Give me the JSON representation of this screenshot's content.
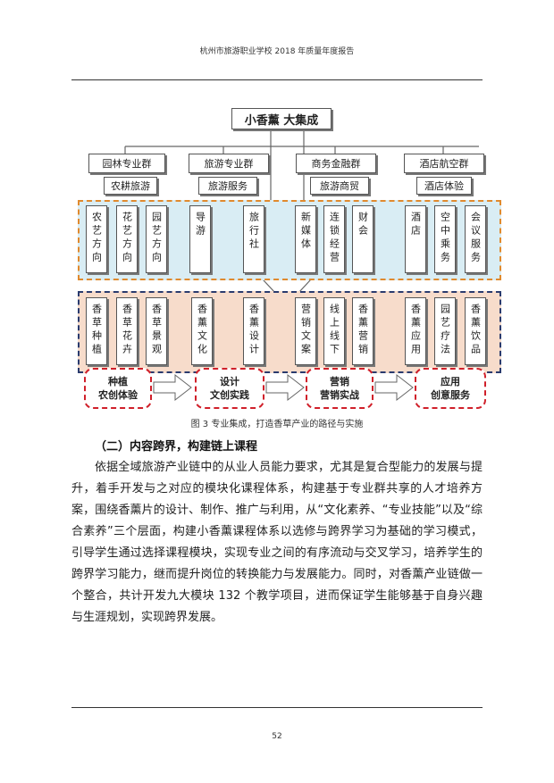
{
  "header": {
    "title": "杭州市旅游职业学校 2018 年质量年度报告"
  },
  "figure": {
    "top_box": "小香薰  大集成",
    "groups": [
      {
        "name": "园林专业群",
        "sub": "农耕旅游"
      },
      {
        "name": "旅游专业群",
        "sub": "旅游服务"
      },
      {
        "name": "商务金融群",
        "sub": "旅游商贸"
      },
      {
        "name": "酒店航空群",
        "sub": "酒店体验"
      }
    ],
    "majors": [
      "农艺方向",
      "花艺方向",
      "园艺方向",
      "导游",
      "旅行社",
      "新媒体",
      "连锁经营",
      "财会",
      "酒店",
      "空中乘务",
      "会议服务"
    ],
    "modules": [
      "香草种植",
      "香草花卉",
      "香草景观",
      "香薰文化",
      "香薰设计",
      "营销文案",
      "线上线下",
      "香薰营销",
      "香薰应用",
      "园艺疗法",
      "香薰饮品"
    ],
    "stages": [
      {
        "line1": "种植",
        "line2": "农创体验"
      },
      {
        "line1": "设计",
        "line2": "文创实践"
      },
      {
        "line1": "营销",
        "line2": "营销实战"
      },
      {
        "line1": "应用",
        "line2": "创意服务"
      }
    ],
    "caption": "图 3 专业集成，打造香草产业的路径与实施"
  },
  "section": {
    "heading": "（二）内容跨界，构建链上课程",
    "paragraph": "依据全域旅游产业链中的从业人员能力要求，尤其是复合型能力的发展与提升，着手开发与之对应的模块化课程体系，构建基于专业群共享的人才培养方案，围绕香薰片的设计、制作、推广与利用，从“文化素养、“专业技能”以及“综合素养”三个层面，构建小香薰课程体系以选修与跨界学习为基础的学习模式，引导学生通过选择课程模块，实现专业之间的有序流动与交叉学习，培养学生的跨界学习能力，继而提升岗位的转换能力与发展能力。同时，对香薰产业链做一个整合，共计开发九大模块 132 个教学项目，进而保证学生能够基于自身兴趣与生涯规划，实现跨界发展。"
  },
  "footer": {
    "page_number": "52"
  }
}
